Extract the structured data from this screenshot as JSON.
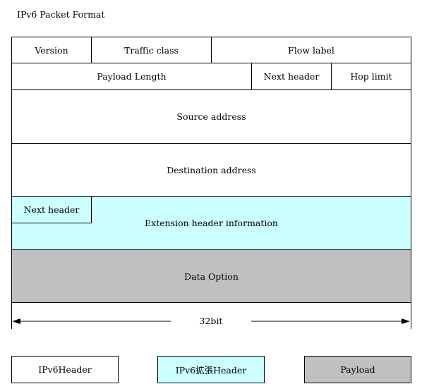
{
  "title": "IPv6  Packet Format",
  "rows": {
    "row1": {
      "version": "Version",
      "traffic_class": "Traffic class",
      "flow_label": "Flow label"
    },
    "row2": {
      "payload_length": "Payload Length",
      "next_header": "Next header",
      "hop_limit": "Hop limit"
    },
    "source": "Source address",
    "destination": "Destination address",
    "extension": {
      "next_header": "Next header",
      "info": "Extension header information"
    },
    "data_option": "Data Option"
  },
  "width_label": "32bit",
  "legend": {
    "ipv6_header": "IPv6Header",
    "ipv6_ext_header": "IPv6拡張Header",
    "payload": "Payload"
  },
  "colors": {
    "extension": "#ccffff",
    "payload": "#c0c0c0"
  }
}
